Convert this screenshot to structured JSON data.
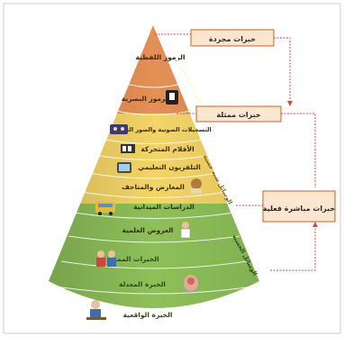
{
  "diagram": {
    "experiences": {
      "abstract": "خبرات مجردة",
      "representational": "خبرات ممثلة",
      "direct": "خبرات مباشرة فعلية"
    },
    "groups": {
      "abstract": "الوسائل المجردة",
      "semi_sensory": "الوسائل شبه حسية",
      "sensory": "الوسائل الحسية"
    },
    "levels": {
      "verbal": "الرموز اللفظية",
      "visual": "الرموز البصرية",
      "recordings": "التسجيلات الصوتية والصور الثابتة",
      "films": "الأفلام المتحركة",
      "tv": "التلفزيون التعليمي",
      "exhibits": "المعارض والمتاحف",
      "field_trips": "الدراسات الميدانية",
      "demonstrations": "العروض العلمية",
      "dramatized": "الخبرات الممثلة",
      "contrived": "الخبرة المعدلة",
      "direct": "الخبرة الواقعية"
    }
  },
  "colors": {
    "abstract_band": "#e48f56",
    "semi_sensory_band": "#f3d466",
    "sensory_band": "#8ec059",
    "box_bg": "#fbe6cf",
    "box_border": "#c5632b",
    "connector": "#cc4a4a"
  },
  "icons": [
    "telephone-icon",
    "cassette-icon",
    "film-icon",
    "television-icon",
    "museum-icon",
    "bus-icon",
    "scientist-icon",
    "actors-icon",
    "model-icon",
    "student-icon"
  ]
}
